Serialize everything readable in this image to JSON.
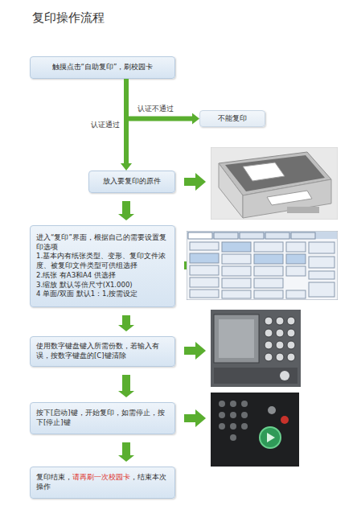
{
  "diagram": {
    "title": "复印操作流程",
    "nodes": [
      {
        "text": [
          "触摸点击“自助复印”，刷校园卡"
        ]
      },
      {
        "text": [
          "不能复印"
        ]
      },
      {
        "text": [
          "放入要复印的原件"
        ]
      },
      {
        "text": [
          "进入“复印”界面，根据自己的需要设置复印选项",
          "1.基本内有纸张类型、变形、复印文件浓度、被复印文件类型可供组选择",
          "2.纸张 有A3和A4 供选择",
          "3.缩放 默认等倍尺寸(X1.000)",
          "4 单面/双面 默认1：1,按需设定"
        ]
      },
      {
        "text": [
          "使用数字键盘键入所需份数，若输入有误，按数字键盘的[C]键清除"
        ]
      },
      {
        "text": [
          "按下[启动]键，开始复印，如需停止，按下[停止]键"
        ]
      },
      {
        "text": [
          "复印结束，",
          "请再刷一次校园卡",
          "，结束本次操作"
        ]
      }
    ],
    "edges": [
      {
        "from": 0,
        "to": 1,
        "label": "认证不通过",
        "arrow": "to"
      },
      {
        "from": 0,
        "to": 2,
        "label": "认证通过",
        "arrow": "to"
      },
      {
        "from": 2,
        "to": 3,
        "arrow": "to"
      },
      {
        "from": 3,
        "to": 4,
        "arrow": "to"
      },
      {
        "from": 4,
        "to": 5,
        "arrow": "to"
      },
      {
        "from": 5,
        "to": 6,
        "arrow": "to"
      }
    ]
  }
}
